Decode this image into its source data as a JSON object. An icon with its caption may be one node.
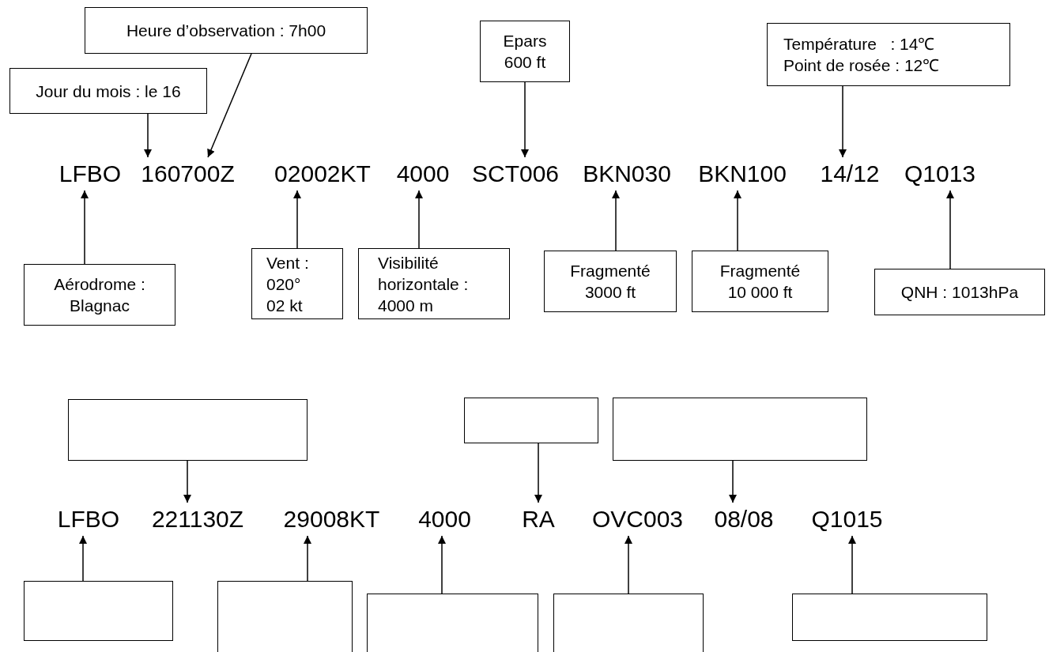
{
  "diagram": {
    "nodes": [
      {
        "text": [
          "Heure d’observation : 7h00"
        ]
      },
      {
        "text": [
          "Epars",
          "600 ft"
        ]
      },
      {
        "text": [
          "Température   : 14℃",
          "Point de rosée : 12℃"
        ]
      },
      {
        "text": [
          "Jour du mois : le 16"
        ]
      },
      {
        "text": [
          "LFBO"
        ]
      },
      {
        "text": [
          "160700Z"
        ]
      },
      {
        "text": [
          "02002KT"
        ]
      },
      {
        "text": [
          "4000"
        ]
      },
      {
        "text": [
          "SCT006"
        ]
      },
      {
        "text": [
          "BKN030"
        ]
      },
      {
        "text": [
          "BKN100"
        ]
      },
      {
        "text": [
          "14/12"
        ]
      },
      {
        "text": [
          "Q1013"
        ]
      },
      {
        "text": [
          "Aérodrome :",
          "Blagnac"
        ]
      },
      {
        "text": [
          "Vent :",
          "020°",
          "02 kt"
        ]
      },
      {
        "text": [
          "Visibilité",
          "horizontale :",
          "4000 m"
        ]
      },
      {
        "text": [
          "Fragmenté",
          "3000 ft"
        ]
      },
      {
        "text": [
          "Fragmenté",
          "10 000 ft"
        ]
      },
      {
        "text": [
          "QNH : 1013hPa"
        ]
      },
      {
        "text": [],
        "shape": "box"
      },
      {
        "text": [],
        "shape": "box"
      },
      {
        "text": [],
        "shape": "box"
      },
      {
        "text": [
          "LFBO"
        ]
      },
      {
        "text": [
          "221130Z"
        ]
      },
      {
        "text": [
          "29008KT"
        ]
      },
      {
        "text": [
          "4000"
        ]
      },
      {
        "text": [
          "RA"
        ]
      },
      {
        "text": [
          "OVC003"
        ]
      },
      {
        "text": [
          "08/08"
        ]
      },
      {
        "text": [
          "Q1015"
        ]
      },
      {
        "text": [],
        "shape": "box"
      },
      {
        "text": [],
        "shape": "box"
      },
      {
        "text": [],
        "shape": "box"
      },
      {
        "text": [],
        "shape": "box"
      },
      {
        "text": [],
        "shape": "box"
      }
    ],
    "edges": [
      {
        "from": 0,
        "to": 5,
        "arrow": "to"
      },
      {
        "from": 3,
        "to": 5,
        "arrow": "to"
      },
      {
        "from": 1,
        "to": 8,
        "arrow": "to"
      },
      {
        "from": 2,
        "to": 11,
        "arrow": "to"
      },
      {
        "from": 13,
        "to": 4,
        "arrow": "to"
      },
      {
        "from": 14,
        "to": 6,
        "arrow": "to"
      },
      {
        "from": 15,
        "to": 7,
        "arrow": "to"
      },
      {
        "from": 16,
        "to": 9,
        "arrow": "to"
      },
      {
        "from": 17,
        "to": 10,
        "arrow": "to"
      },
      {
        "from": 18,
        "to": 12,
        "arrow": "to"
      },
      {
        "from": 19,
        "to": 23,
        "arrow": "to"
      },
      {
        "from": 20,
        "to": 26,
        "arrow": "to"
      },
      {
        "from": 21,
        "to": 28,
        "arrow": "to"
      },
      {
        "from": 30,
        "to": 22,
        "arrow": "to"
      },
      {
        "from": 31,
        "to": 24,
        "arrow": "to"
      },
      {
        "from": 32,
        "to": 25,
        "arrow": "to"
      },
      {
        "from": 33,
        "to": 27,
        "arrow": "to"
      },
      {
        "from": 34,
        "to": 29,
        "arrow": "to"
      }
    ]
  }
}
